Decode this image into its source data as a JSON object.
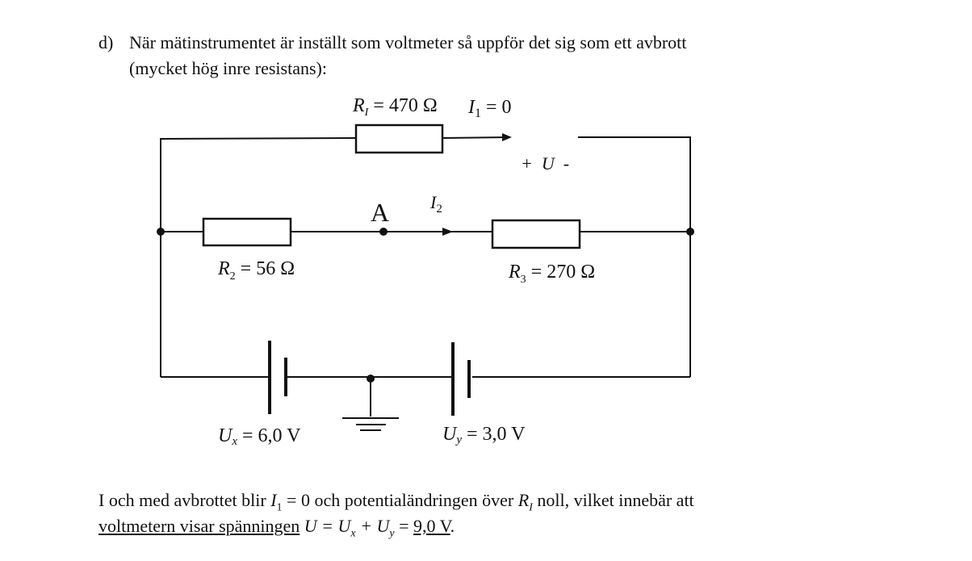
{
  "question": {
    "marker": "d)",
    "line1": "När mätinstrumentet är inställt som voltmeter så uppför det sig som ett avbrott",
    "line2": "(mycket hög inre resistans):"
  },
  "circuit": {
    "r1_label": "R",
    "r1_sub": "I",
    "r1_value": " = 470 Ω",
    "i1_label": "I",
    "i1_sub": "1",
    "i1_value": " = 0",
    "voltmeter_label": "+  U  -",
    "node_a": "A",
    "i2_label": "I",
    "i2_sub": "2",
    "r2_label": "R",
    "r2_sub": "2",
    "r2_value": " = 56 Ω",
    "r3_label": "R",
    "r3_sub": "3",
    "r3_value": " = 270 Ω",
    "ux_label": "U",
    "ux_sub": "x",
    "ux_value": " = 6,0 V",
    "uy_label": "U",
    "uy_sub": "y",
    "uy_value": " = 3,0 V"
  },
  "answer": {
    "line1_a": "I och med avbrottet blir ",
    "line1_i": "I",
    "line1_isub": "1",
    "line1_b": " = 0 och potentialändringen över ",
    "line1_r": "R",
    "line1_rsub": "I",
    "line1_c": " noll, vilket innebär att",
    "line2_underlined": "voltmetern visar spänningen",
    "line2_eq": " U = U",
    "line2_x": "x",
    "line2_plus": " + U",
    "line2_y": "y",
    "line2_eqs": " = ",
    "line2_result": "9,0 V",
    "line2_end": "."
  }
}
